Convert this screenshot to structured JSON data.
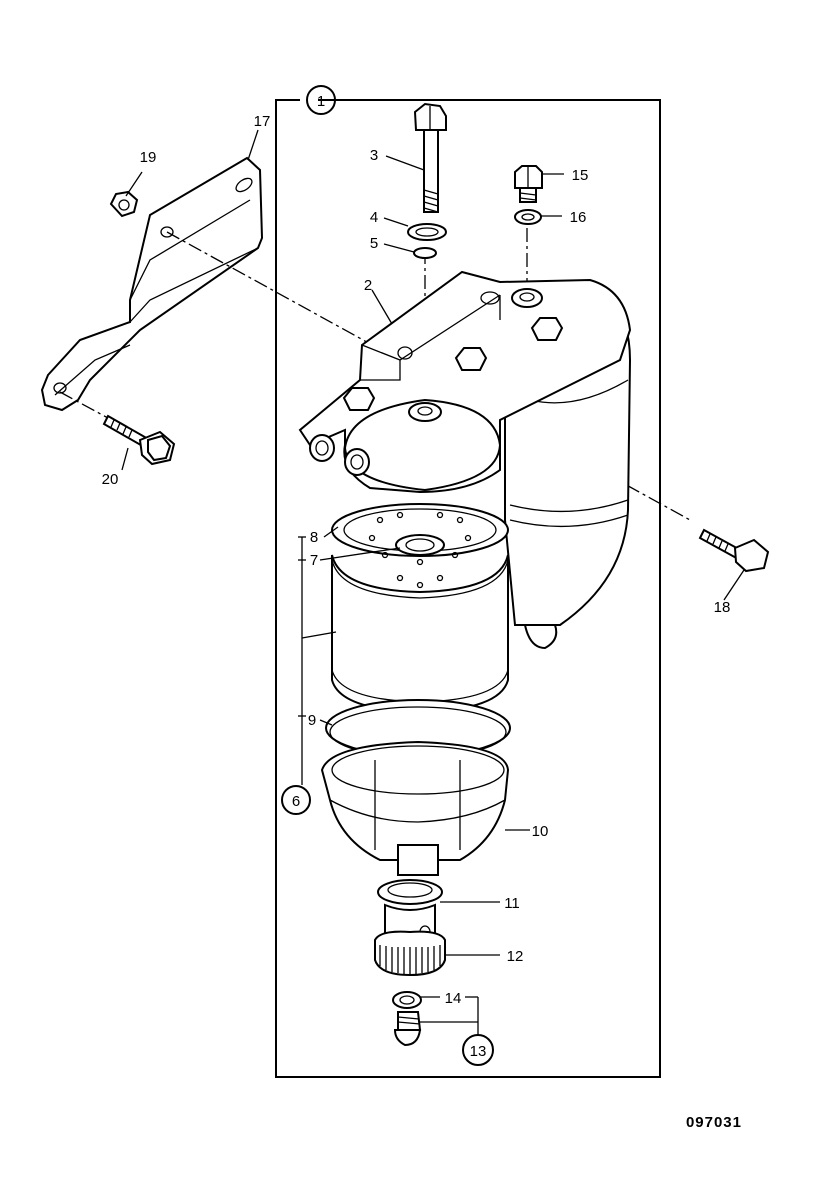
{
  "diagram": {
    "drawing_number": "097031",
    "callouts": [
      {
        "id": "c1",
        "text": "1",
        "circled": true
      },
      {
        "id": "c2",
        "text": "2"
      },
      {
        "id": "c3",
        "text": "3"
      },
      {
        "id": "c4",
        "text": "4"
      },
      {
        "id": "c5",
        "text": "5"
      },
      {
        "id": "c6",
        "text": "6",
        "circled": true
      },
      {
        "id": "c7",
        "text": "7"
      },
      {
        "id": "c8",
        "text": "8"
      },
      {
        "id": "c9",
        "text": "9"
      },
      {
        "id": "c10",
        "text": "10"
      },
      {
        "id": "c11",
        "text": "11"
      },
      {
        "id": "c12",
        "text": "12"
      },
      {
        "id": "c13",
        "text": "13",
        "circled": true
      },
      {
        "id": "c14",
        "text": "14"
      },
      {
        "id": "c15",
        "text": "15"
      },
      {
        "id": "c16",
        "text": "16"
      },
      {
        "id": "c17",
        "text": "17"
      },
      {
        "id": "c18",
        "text": "18"
      },
      {
        "id": "c19",
        "text": "19"
      },
      {
        "id": "c20",
        "text": "20"
      }
    ]
  }
}
